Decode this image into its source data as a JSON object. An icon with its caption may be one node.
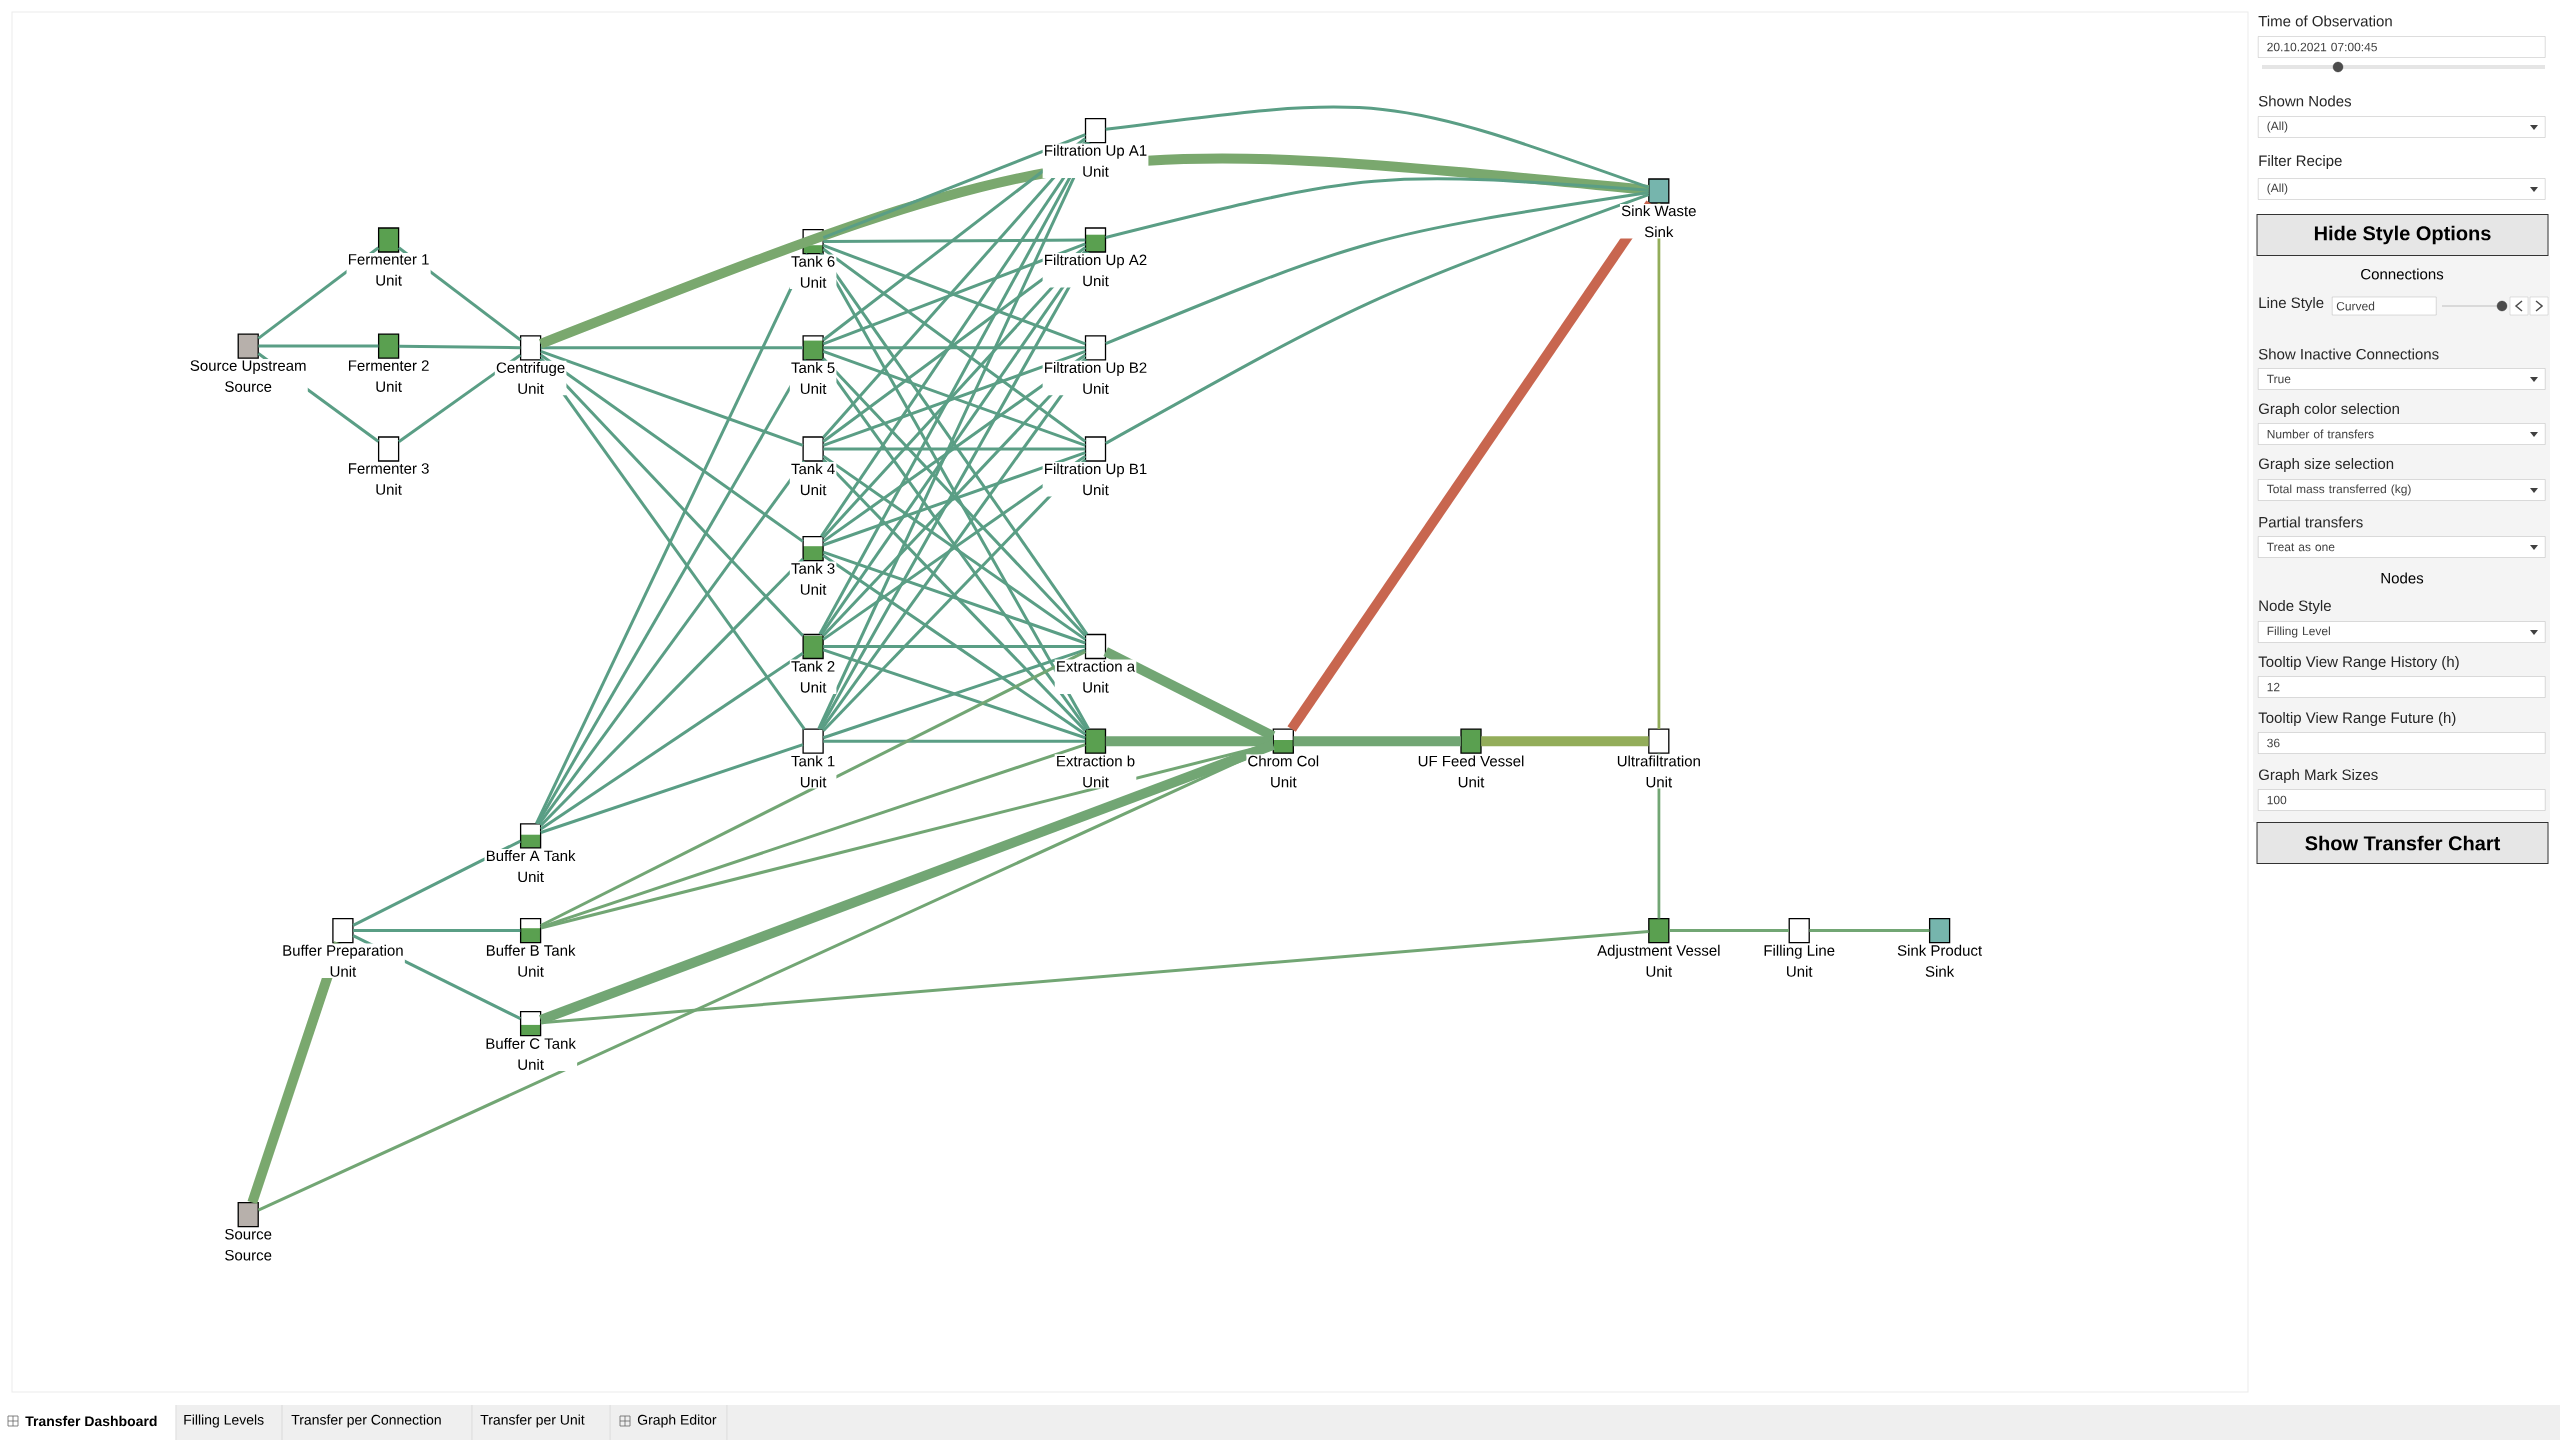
{
  "diagram": {
    "nodes": [
      {
        "text": [
          "Source Upstream",
          "Source"
        ]
      },
      {
        "text": [
          "Fermenter 1",
          "Unit"
        ]
      },
      {
        "text": [
          "Fermenter 2",
          "Unit"
        ]
      },
      {
        "text": [
          "Fermenter 3",
          "Unit"
        ]
      },
      {
        "text": [
          "Centrifuge",
          "Unit"
        ]
      },
      {
        "text": [
          "Tank 6",
          "Unit"
        ]
      },
      {
        "text": [
          "Tank 5",
          "Unit"
        ]
      },
      {
        "text": [
          "Tank 4",
          "Unit"
        ]
      },
      {
        "text": [
          "Tank 3",
          "Unit"
        ]
      },
      {
        "text": [
          "Tank 2",
          "Unit"
        ]
      },
      {
        "text": [
          "Tank 1",
          "Unit"
        ]
      },
      {
        "text": [
          "Filtration Up A1",
          "Unit"
        ]
      },
      {
        "text": [
          "Filtration Up A2",
          "Unit"
        ]
      },
      {
        "text": [
          "Filtration Up B2",
          "Unit"
        ]
      },
      {
        "text": [
          "Filtration Up B1",
          "Unit"
        ]
      },
      {
        "text": [
          "Extraction a",
          "Unit"
        ]
      },
      {
        "text": [
          "Extraction b",
          "Unit"
        ]
      },
      {
        "text": [
          "Sink Waste",
          "Sink"
        ]
      },
      {
        "text": [
          "Chrom Col",
          "Unit"
        ]
      },
      {
        "text": [
          "UF Feed Vessel",
          "Unit"
        ]
      },
      {
        "text": [
          "Ultrafiltration",
          "Unit"
        ]
      },
      {
        "text": [
          "Buffer A Tank",
          "Unit"
        ]
      },
      {
        "text": [
          "Buffer Preparation",
          "Unit"
        ]
      },
      {
        "text": [
          "Buffer B Tank",
          "Unit"
        ]
      },
      {
        "text": [
          "Buffer C Tank",
          "Unit"
        ]
      },
      {
        "text": [
          "Adjustment Vessel",
          "Unit"
        ]
      },
      {
        "text": [
          "Filling Line",
          "Unit"
        ]
      },
      {
        "text": [
          "Sink Product",
          "Sink"
        ]
      },
      {
        "text": [
          "Source",
          "Source"
        ]
      }
    ],
    "edges": [
      {
        "from": 0,
        "to": 1,
        "arrow": "none"
      },
      {
        "from": 0,
        "to": 2,
        "arrow": "none"
      },
      {
        "from": 0,
        "to": 3,
        "arrow": "none"
      },
      {
        "from": 1,
        "to": 4,
        "arrow": "none"
      },
      {
        "from": 2,
        "to": 4,
        "arrow": "none"
      },
      {
        "from": 3,
        "to": 4,
        "arrow": "none"
      },
      {
        "from": 4,
        "to": 5,
        "arrow": "none"
      },
      {
        "from": 4,
        "to": 6,
        "arrow": "none"
      },
      {
        "from": 4,
        "to": 7,
        "arrow": "none"
      },
      {
        "from": 4,
        "to": 8,
        "arrow": "none"
      },
      {
        "from": 4,
        "to": 9,
        "arrow": "none"
      },
      {
        "from": 4,
        "to": 10,
        "arrow": "none"
      },
      {
        "from": 4,
        "to": 17,
        "arrow": "none",
        "style": "thick",
        "color": "#7aa86e"
      },
      {
        "from": 5,
        "to": 11,
        "arrow": "none"
      },
      {
        "from": 5,
        "to": 12,
        "arrow": "none"
      },
      {
        "from": 5,
        "to": 13,
        "arrow": "none"
      },
      {
        "from": 5,
        "to": 14,
        "arrow": "none"
      },
      {
        "from": 5,
        "to": 15,
        "arrow": "none"
      },
      {
        "from": 5,
        "to": 16,
        "arrow": "none"
      },
      {
        "from": 6,
        "to": 11,
        "arrow": "none"
      },
      {
        "from": 6,
        "to": 12,
        "arrow": "none"
      },
      {
        "from": 6,
        "to": 13,
        "arrow": "none"
      },
      {
        "from": 6,
        "to": 14,
        "arrow": "none"
      },
      {
        "from": 6,
        "to": 15,
        "arrow": "none"
      },
      {
        "from": 6,
        "to": 16,
        "arrow": "none"
      },
      {
        "from": 7,
        "to": 11,
        "arrow": "none"
      },
      {
        "from": 7,
        "to": 12,
        "arrow": "none"
      },
      {
        "from": 7,
        "to": 13,
        "arrow": "none"
      },
      {
        "from": 7,
        "to": 14,
        "arrow": "none"
      },
      {
        "from": 7,
        "to": 15,
        "arrow": "none"
      },
      {
        "from": 7,
        "to": 16,
        "arrow": "none"
      },
      {
        "from": 8,
        "to": 11,
        "arrow": "none"
      },
      {
        "from": 8,
        "to": 12,
        "arrow": "none"
      },
      {
        "from": 8,
        "to": 13,
        "arrow": "none"
      },
      {
        "from": 8,
        "to": 14,
        "arrow": "none"
      },
      {
        "from": 8,
        "to": 15,
        "arrow": "none"
      },
      {
        "from": 8,
        "to": 16,
        "arrow": "none"
      },
      {
        "from": 9,
        "to": 11,
        "arrow": "none"
      },
      {
        "from": 9,
        "to": 12,
        "arrow": "none"
      },
      {
        "from": 9,
        "to": 13,
        "arrow": "none"
      },
      {
        "from": 9,
        "to": 14,
        "arrow": "none"
      },
      {
        "from": 9,
        "to": 15,
        "arrow": "none"
      },
      {
        "from": 9,
        "to": 16,
        "arrow": "none"
      },
      {
        "from": 10,
        "to": 11,
        "arrow": "none"
      },
      {
        "from": 10,
        "to": 12,
        "arrow": "none"
      },
      {
        "from": 10,
        "to": 13,
        "arrow": "none"
      },
      {
        "from": 10,
        "to": 14,
        "arrow": "none"
      },
      {
        "from": 10,
        "to": 15,
        "arrow": "none"
      },
      {
        "from": 10,
        "to": 16,
        "arrow": "none"
      },
      {
        "from": 11,
        "to": 17,
        "arrow": "none"
      },
      {
        "from": 12,
        "to": 17,
        "arrow": "none"
      },
      {
        "from": 13,
        "to": 17,
        "arrow": "none"
      },
      {
        "from": 14,
        "to": 17,
        "arrow": "none"
      },
      {
        "from": 15,
        "to": 18,
        "arrow": "none",
        "style": "thick",
        "color": "#72a674"
      },
      {
        "from": 16,
        "to": 18,
        "arrow": "none",
        "style": "thick",
        "color": "#72a674"
      },
      {
        "from": 18,
        "to": 17,
        "arrow": "none",
        "style": "thick",
        "color": "#c8664f"
      },
      {
        "from": 18,
        "to": 19,
        "arrow": "none",
        "style": "thick",
        "color": "#72a674"
      },
      {
        "from": 19,
        "to": 20,
        "arrow": "none",
        "style": "thick",
        "color": "#93ad5a"
      },
      {
        "from": 20,
        "to": 17,
        "arrow": "none",
        "color": "#93ad5a"
      },
      {
        "from": 20,
        "to": 25,
        "arrow": "none",
        "color": "#72a674"
      },
      {
        "from": 25,
        "to": 26,
        "arrow": "none",
        "color": "#72a674"
      },
      {
        "from": 26,
        "to": 27,
        "arrow": "none",
        "color": "#72a674"
      },
      {
        "from": 22,
        "to": 21,
        "arrow": "none"
      },
      {
        "from": 22,
        "to": 23,
        "arrow": "none"
      },
      {
        "from": 22,
        "to": 24,
        "arrow": "none"
      },
      {
        "from": 28,
        "to": 22,
        "arrow": "none",
        "style": "thick",
        "color": "#7aa86e"
      },
      {
        "from": 28,
        "to": 18,
        "arrow": "none",
        "color": "#72a674"
      },
      {
        "from": 21,
        "to": 5,
        "arrow": "none"
      },
      {
        "from": 21,
        "to": 6,
        "arrow": "none"
      },
      {
        "from": 21,
        "to": 7,
        "arrow": "none"
      },
      {
        "from": 21,
        "to": 8,
        "arrow": "none"
      },
      {
        "from": 21,
        "to": 9,
        "arrow": "none"
      },
      {
        "from": 21,
        "to": 10,
        "arrow": "none"
      },
      {
        "from": 23,
        "to": 15,
        "arrow": "none",
        "color": "#72a674"
      },
      {
        "from": 23,
        "to": 16,
        "arrow": "none",
        "color": "#72a674"
      },
      {
        "from": 23,
        "to": 18,
        "arrow": "none",
        "color": "#72a674"
      },
      {
        "from": 24,
        "to": 18,
        "arrow": "none",
        "style": "thick",
        "color": "#72a674"
      },
      {
        "from": 24,
        "to": 25,
        "arrow": "none",
        "color": "#72a674"
      }
    ],
    "labels": [
      "Time of Observation",
      "20.10.2021 07:00:45",
      "Shown Nodes",
      "(All)",
      "Filter Recipe",
      "(All)",
      "Hide Style Options",
      "Connections",
      "Line Style",
      "Curved",
      "Show Inactive Connections",
      "True",
      "Graph color selection",
      "Number of transfers",
      "Graph size selection",
      "Total mass transferred (kg)",
      "Partial transfers",
      "Treat as one",
      "Nodes",
      "Node Style",
      "Filling Level",
      "Tooltip View Range History (h)",
      "12",
      "Tooltip View Range Future (h)",
      "36",
      "Graph Mark Sizes",
      "100",
      "Show Transfer Chart",
      "Transfer Dashboard",
      "Filling Levels",
      "Transfer per Connection",
      "Transfer per Unit",
      "Graph Editor"
    ]
  }
}
